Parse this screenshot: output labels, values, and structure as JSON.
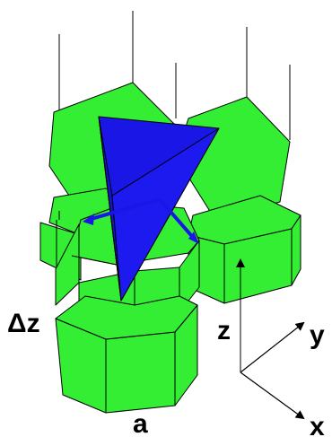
{
  "labels": {
    "delta_z": "Δz",
    "z_axis": "z",
    "y_axis": "y",
    "x_axis": "x",
    "lattice_a": "a"
  },
  "colors": {
    "prism_fill": "#33ee33",
    "tetrahedron_fill": "#1a16e6",
    "outline": "#000000",
    "background": "#ffffff"
  }
}
